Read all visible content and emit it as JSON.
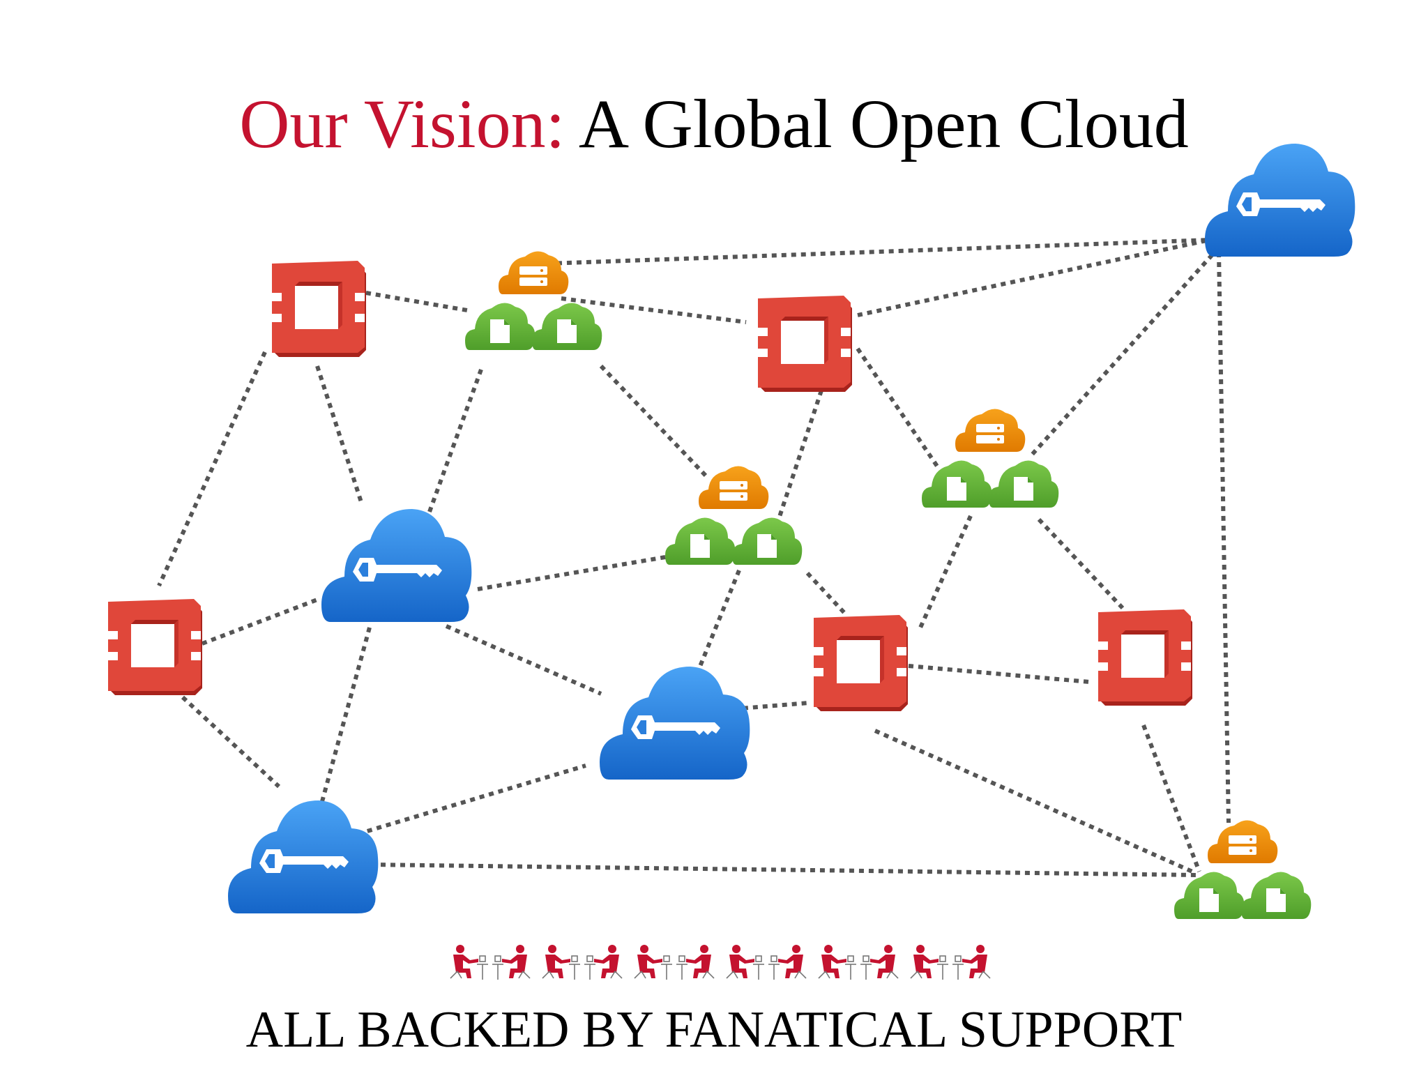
{
  "title": {
    "accent": "Our Vision:",
    "main": "A Global Open Cloud"
  },
  "footer": {
    "text": "ALL BACKED BY FANATICAL SUPPORT"
  },
  "colors": {
    "accent_red": "#c4122f",
    "openstack_red": "#e0473a",
    "openstack_dark": "#a8231c",
    "identity_blue": "#1e73d8",
    "identity_light": "#4aa3f5",
    "storage_green": "#5cae32",
    "storage_orange": "#f08c00",
    "connector": "#555555",
    "support_figure": "#c4122f"
  },
  "icons": {
    "openstack": "openstack-logo-icon",
    "identity": "identity-key-cloud-icon",
    "storage": "storage-cloud-cluster-icon",
    "support": "support-staff-icon"
  },
  "support_staff_count": 12
}
